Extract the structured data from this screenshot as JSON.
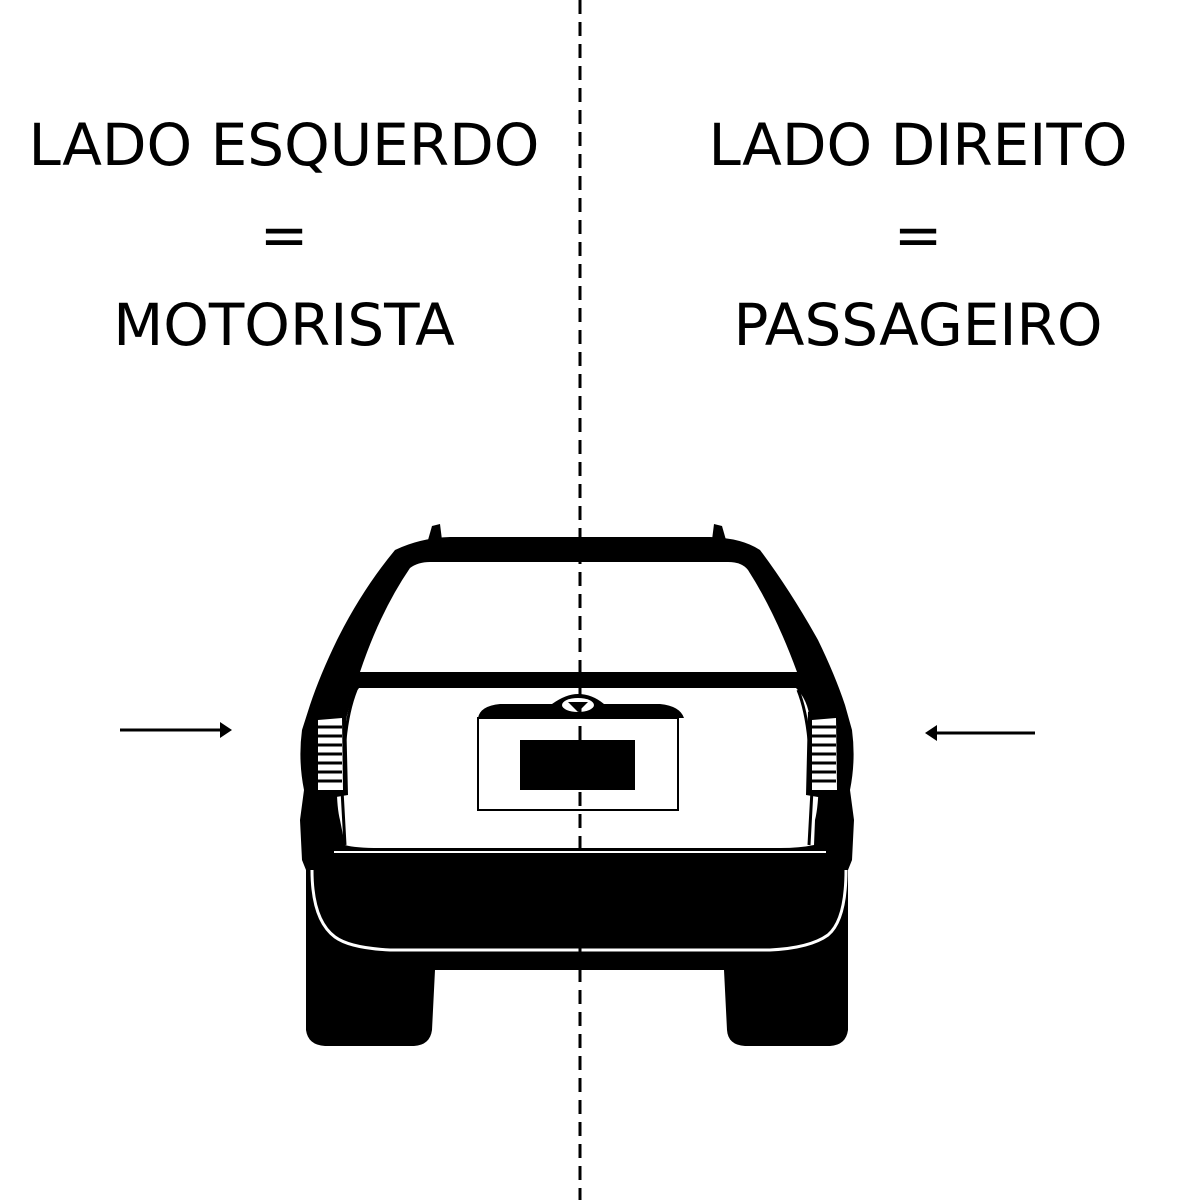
{
  "left": {
    "title": "LADO ESQUERDO",
    "equals": "=",
    "role": "MOTORISTA"
  },
  "right": {
    "title": "LADO DIREITO",
    "equals": "=",
    "role": "PASSAGEIRO"
  },
  "colors": {
    "background": "#ffffff",
    "ink": "#000000"
  },
  "icons": {
    "car": "car-rear-view-icon",
    "left_arrow": "arrow-right-icon",
    "right_arrow": "arrow-left-icon"
  }
}
